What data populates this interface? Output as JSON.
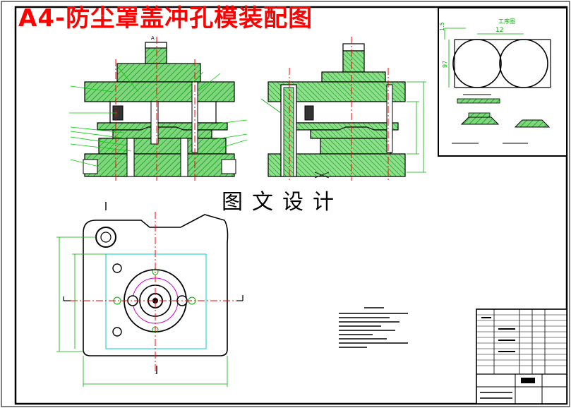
{
  "title": "A4-防尘罩盖冲孔模装配图",
  "subtitle": "图文设计",
  "process_panel": {
    "header": "工序图",
    "dim_12": "12",
    "dim_15": "1.5",
    "dim_97": "97"
  },
  "section_marker": "A",
  "colors": {
    "title": "#ff0000",
    "frame": "#000000",
    "hatch": "#009900",
    "centerline": "#ff0000",
    "dimension": "#00aa00",
    "leader": "#00cc00",
    "strip": "#00cccc",
    "magenta": "#cc00cc"
  }
}
